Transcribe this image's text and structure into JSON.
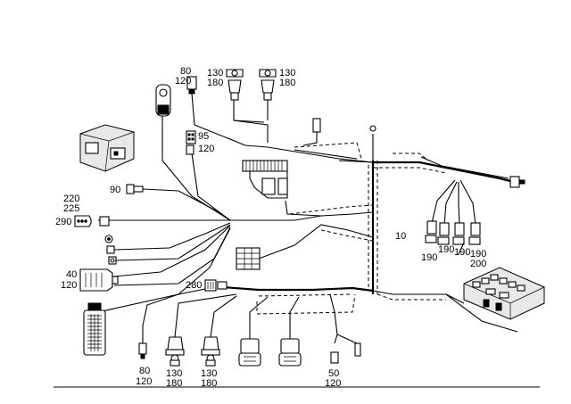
{
  "callouts": {
    "c80_top": "80",
    "c120_top": "120",
    "c130_top_a": "130",
    "c180_top_a": "180",
    "c130_top_b": "130",
    "c180_top_b": "180",
    "c95": "95",
    "c120_relay": "120",
    "c90": "90",
    "c220": "220",
    "c225": "225",
    "c290": "290",
    "c40": "40",
    "c120_left": "120",
    "c280": "280",
    "c10": "10",
    "c190_a": "190",
    "c190_b": "190",
    "c190_c": "190",
    "c190_d": "190",
    "c200": "200",
    "c80_bot": "80",
    "c120_bot": "120",
    "c130_bot_a": "130",
    "c180_bot_a": "180",
    "c130_bot_b": "130",
    "c180_bot_b": "180",
    "c50": "50",
    "c120_bot_b": "120"
  }
}
